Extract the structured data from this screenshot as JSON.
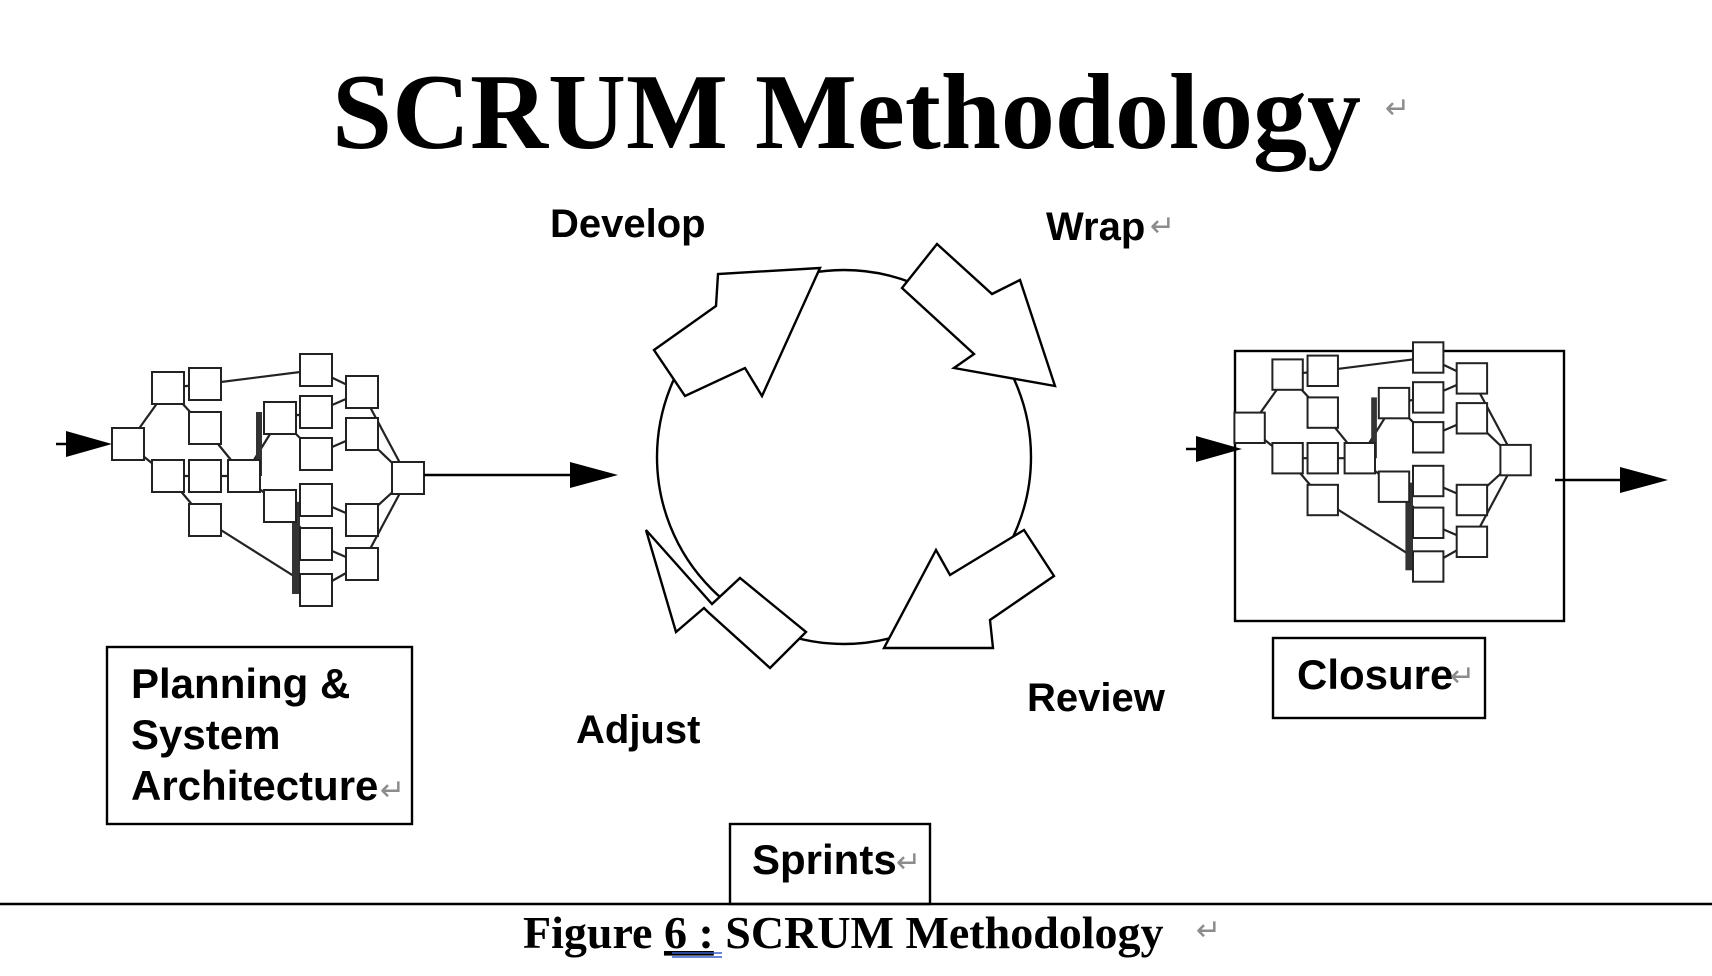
{
  "title": "SCRUM Methodology",
  "cycle": {
    "develop": "Develop",
    "wrap": "Wrap",
    "review": "Review",
    "adjust": "Adjust"
  },
  "boxes": {
    "planning_line1": "Planning &",
    "planning_line2": "System",
    "planning_line3": "Architecture",
    "closure": "Closure",
    "sprints": "Sprints"
  },
  "caption": {
    "prefix": "Figure ",
    "number": "6 :",
    "text": " SCRUM Methodology"
  },
  "paragraph_mark": "↵",
  "icons": [
    "arrow-right-icon",
    "cycle-arrow-icon",
    "network-diagram-icon"
  ]
}
